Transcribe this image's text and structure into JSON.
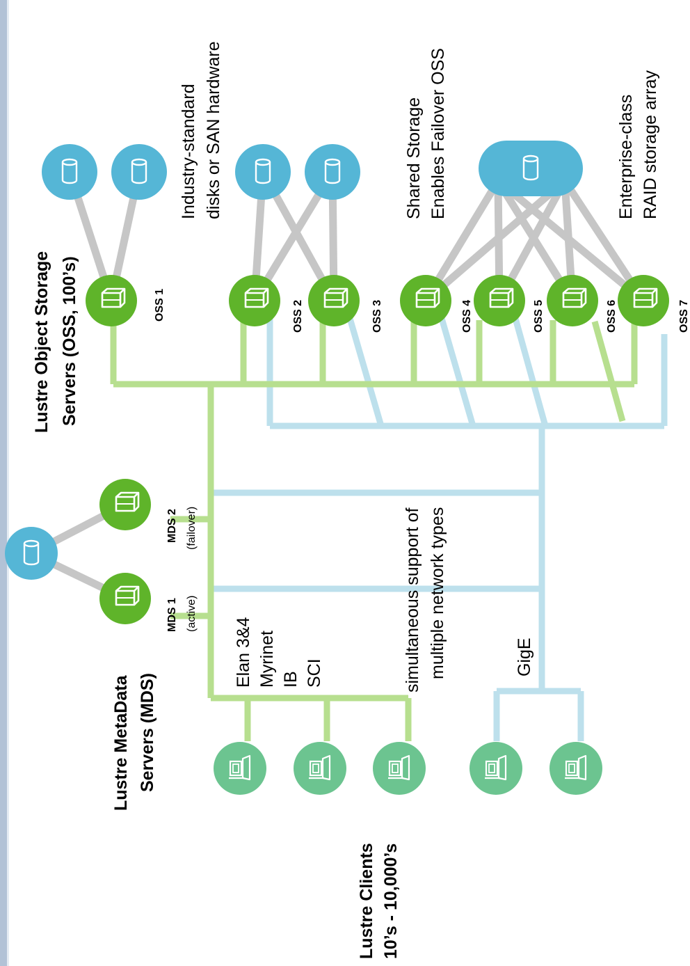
{
  "headings": {
    "oss": [
      "Lustre Object Storage",
      "Servers (OSS, 100’s)"
    ],
    "mds": [
      "Lustre MetaData",
      "Servers (MDS)"
    ],
    "clients": [
      "Lustre Clients",
      "10’s - 10,000’s"
    ]
  },
  "annotations": {
    "industry": [
      "Industry-standard",
      "disks or SAN hardware"
    ],
    "shared": [
      "Shared Storage",
      "Enables Failover OSS"
    ],
    "enterprise": [
      "Enterprise-class",
      "RAID storage array"
    ],
    "networks": [
      "Elan 3&4",
      "Myrinet",
      "IB",
      "SCI"
    ],
    "simultaneous": [
      "simultaneous  support  of",
      "multiple network types"
    ],
    "gige": "GigE"
  },
  "servers": {
    "oss": [
      "OSS 1",
      "OSS 2",
      "OSS 3",
      "OSS 4",
      "OSS 5",
      "OSS 6",
      "OSS 7"
    ],
    "mds1": [
      "MDS 1",
      "(active)"
    ],
    "mds2": [
      "MDS 2",
      "(failover)"
    ]
  },
  "icons": {
    "server": "server-box-icon",
    "disk": "disk-cylinder-icon",
    "client": "client-computer-icon"
  },
  "colors": {
    "server_green": "#5fb42a",
    "client_green": "#6cc490",
    "disk_blue": "#55b6d6",
    "elan_link": "#b7df8f",
    "gige_link": "#bde0ec",
    "storage_link": "#c6c6c6",
    "frame": "#b2c2d6"
  }
}
